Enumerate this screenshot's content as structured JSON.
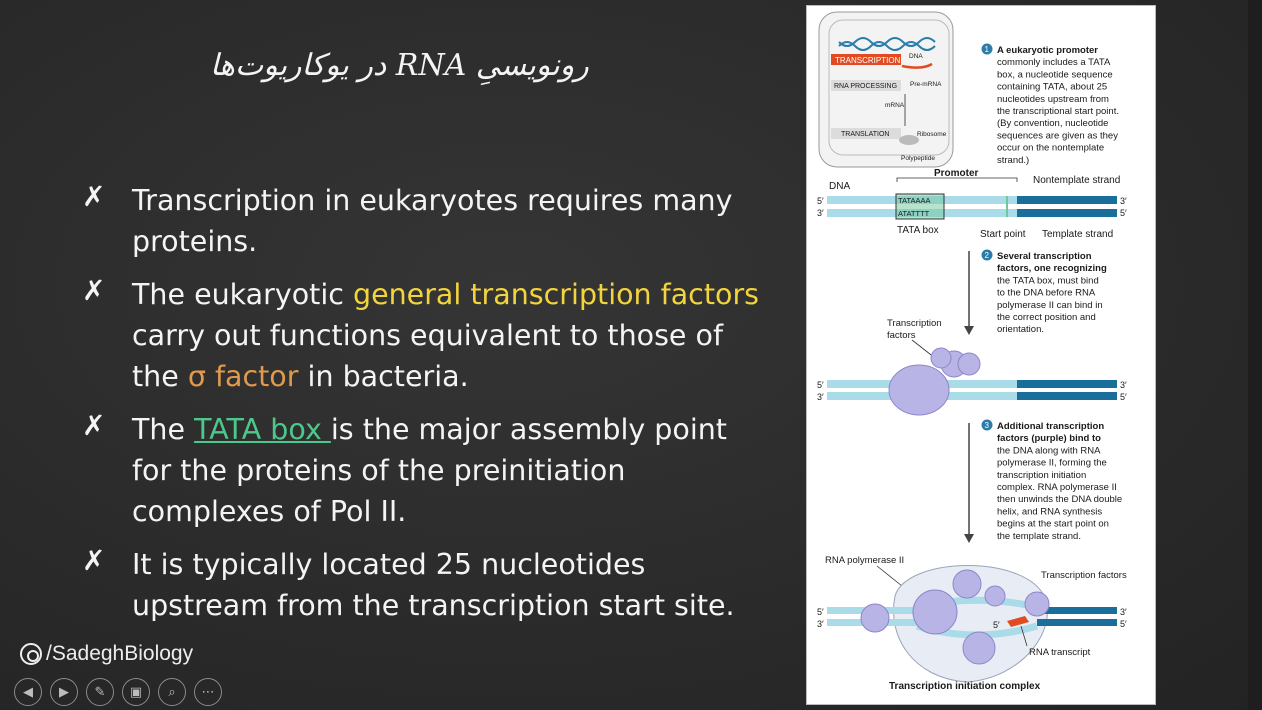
{
  "slide": {
    "title": "رونویسیِ RNA در یوکاریوت‌ها",
    "bullets": [
      {
        "mark": "✗",
        "parts": [
          {
            "text": "Transcription in eukaryotes requires many proteins.",
            "style": "plain"
          }
        ]
      },
      {
        "mark": "✗",
        "parts": [
          {
            "text": "The eukaryotic ",
            "style": "plain"
          },
          {
            "text": "general transcription factors",
            "style": "yellow"
          },
          {
            "text": " carry out functions equivalent to those of the ",
            "style": "plain"
          },
          {
            "text": "σ factor",
            "style": "orange"
          },
          {
            "text": " in bacteria.",
            "style": "plain"
          }
        ]
      },
      {
        "mark": "✗",
        "parts": [
          {
            "text": "The ",
            "style": "plain"
          },
          {
            "text": "TATA box ",
            "style": "green"
          },
          {
            "text": "is the major assembly point for the proteins of the preinitiation complexes of Pol II.",
            "style": "plain"
          }
        ]
      },
      {
        "mark": "✗",
        "parts": [
          {
            "text": "It is typically located 25 nucleotides upstream from the transcription start site.",
            "style": "plain"
          }
        ]
      }
    ]
  },
  "watermark": {
    "text": "/SadeghBiology",
    "icon": "film-reel-icon"
  },
  "toolbar": {
    "buttons": [
      {
        "name": "previous-slide-button",
        "glyph": "◀"
      },
      {
        "name": "next-slide-button",
        "glyph": "▶"
      },
      {
        "name": "pen-button",
        "glyph": "✎"
      },
      {
        "name": "slides-view-button",
        "glyph": "▣"
      },
      {
        "name": "zoom-button",
        "glyph": "⌕"
      },
      {
        "name": "more-options-button",
        "glyph": "⋯"
      }
    ]
  },
  "figure": {
    "inset": {
      "transcription": "TRANSCRIPTION",
      "rna_processing": "RNA PROCESSING",
      "translation": "TRANSLATION",
      "dna": "DNA",
      "pre_mrna": "Pre-mRNA",
      "mrna": "mRNA",
      "ribosome": "Ribosome",
      "polypeptide": "Polypeptide"
    },
    "step1": {
      "num": "1",
      "lines": [
        "A eukaryotic promoter",
        "commonly includes a TATA",
        "box, a nucleotide sequence",
        "containing TATA, about 25",
        "nucleotides upstream from",
        "the transcriptional start point.",
        "(By convention, nucleotide",
        "sequences are given as they",
        "occur on the nontemplate",
        "strand.)"
      ]
    },
    "dna_labels": {
      "dna": "DNA",
      "promoter": "Promoter",
      "nontemplate": "Nontemplate strand",
      "five_top": "5′",
      "three_top": "3′",
      "three_left": "3′",
      "five_right": "5′",
      "tata_top": "TATAAAA",
      "tata_bottom": "ATATTTT",
      "tata_box": "TATA box",
      "start_point": "Start point",
      "template": "Template strand"
    },
    "step2": {
      "num": "2",
      "lines": [
        "Several transcription",
        "factors, one recognizing",
        "the TATA box, must bind",
        "to the DNA before RNA",
        "polymerase II can bind in",
        "the correct position and",
        "orientation."
      ],
      "tf_label_1": "Transcription",
      "tf_label_2": "factors"
    },
    "step3": {
      "num": "3",
      "lines": [
        "Additional transcription",
        "factors (purple) bind to",
        "the DNA along with RNA",
        "polymerase II, forming the",
        "transcription initiation",
        "complex. RNA polymerase II",
        "then unwinds the DNA double",
        "helix, and RNA synthesis",
        "begins at the start point on",
        "the template strand."
      ],
      "rna_pol": "RNA polymerase II",
      "tf": "Transcription factors",
      "rna_transcript": "RNA transcript",
      "five_inner": "5′",
      "complex": "Transcription initiation complex"
    },
    "colors": {
      "strand": "#a9dbe8",
      "strand_dark": "#1a6f9a",
      "protein": "#b9b4e6",
      "rna": "#e14b22",
      "tata": "#6fc79b"
    }
  }
}
